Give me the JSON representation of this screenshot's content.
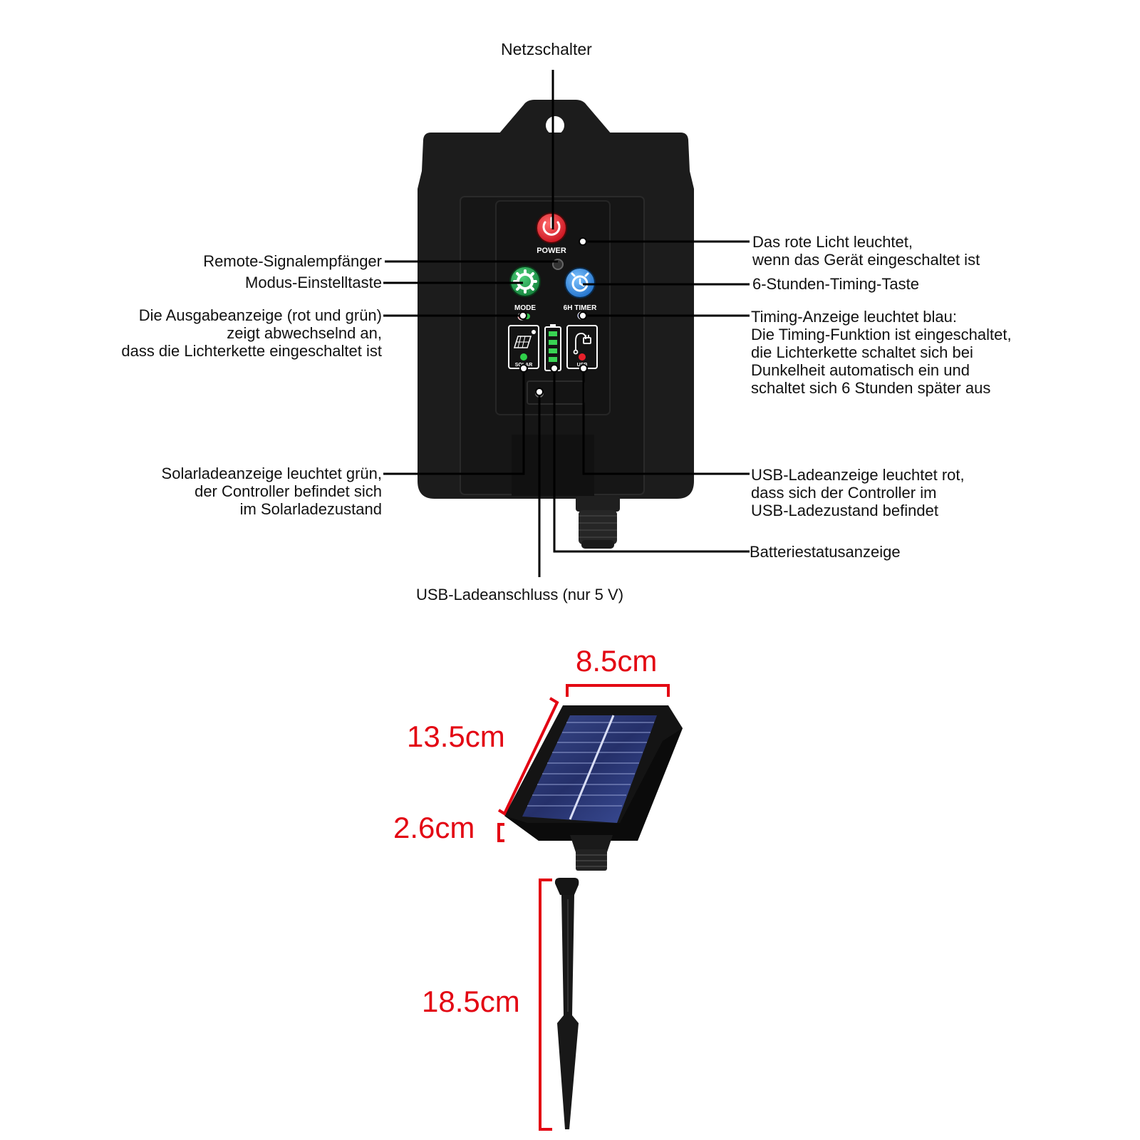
{
  "controller": {
    "panel_labels": {
      "power": "POWER",
      "mode": "MODE",
      "timer": "6H TIMER",
      "solar": "SOLAR",
      "usb": "USB"
    },
    "callouts": {
      "netzschalter": "Netzschalter",
      "red_light": [
        "Das rote Licht leuchtet,",
        "wenn das Gerät eingeschaltet ist"
      ],
      "remote": "Remote-Signalempfänger",
      "mode_button": "Modus-Einstelltaste",
      "timer_button": "6-Stunden-Timing-Taste",
      "output_indicator": [
        "Die Ausgabeanzeige (rot und grün)",
        "zeigt abwechselnd an,",
        "dass die  Lichterkette eingeschaltet ist"
      ],
      "timing_indicator": [
        "Timing-Anzeige leuchtet blau:",
        "Die Timing-Funktion ist eingeschaltet,",
        "die Lichterkette schaltet sich bei",
        "Dunkelheit automatisch ein und",
        "schaltet sich 6 Stunden später aus"
      ],
      "solar_indicator": [
        "Solarladeanzeige leuchtet grün,",
        "der Controller befindet sich",
        "im Solarladezustand"
      ],
      "usb_indicator": [
        "USB-Ladeanzeige leuchtet rot,",
        "dass sich der Controller im",
        "USB-Ladezustand befindet"
      ],
      "battery": "Batteriestatusanzeige",
      "usb_port": "USB-Ladeanschluss (nur 5 V)"
    }
  },
  "solar_panel": {
    "dimensions": {
      "width": "8.5cm",
      "length": "13.5cm",
      "depth": "2.6cm",
      "stake": "18.5cm"
    }
  },
  "colors": {
    "dimension_red": "#e30613",
    "power_red": "#e8202a",
    "mode_green": "#1fa64a",
    "timer_blue": "#2f8fe0",
    "battery_green": "#39d353",
    "housing": "#1c1c1c"
  }
}
